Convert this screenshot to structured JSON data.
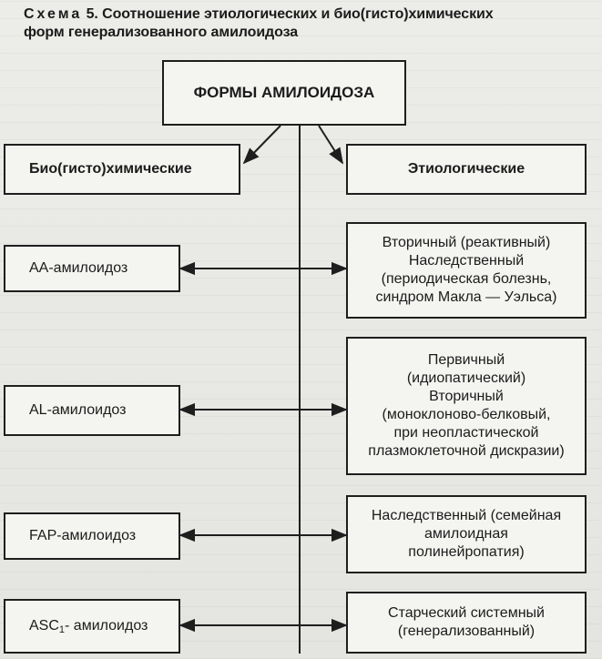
{
  "caption": {
    "label": "Схема",
    "number": "5.",
    "line1": "Соотношение этиологических и био(гисто)химических",
    "line2": "форм генерализованного амилоидоза"
  },
  "root": {
    "label": "ФОРМЫ АМИЛОИДОЗА"
  },
  "categories": {
    "left": "Био(гисто)химические",
    "right": "Этиологические"
  },
  "biochemical_forms": [
    {
      "id": "aa",
      "label": "AA-амилоидоз"
    },
    {
      "id": "al",
      "label": "AL-амилоидоз"
    },
    {
      "id": "fap",
      "label": "FAP-амилоидоз"
    },
    {
      "id": "asc",
      "label_main": "ASC",
      "label_sub": "1",
      "label_tail": "- амилоидоз"
    }
  ],
  "etiological_forms": [
    {
      "id": "aa",
      "lines": [
        "Вторичный (реактивный)",
        "Наследственный",
        "(периодическая болезнь,",
        "синдром Макла — Уэльса)"
      ]
    },
    {
      "id": "al",
      "lines": [
        "Первичный",
        "(идиопатический)",
        "Вторичный",
        "(моноклоново-белковый,",
        "при неопластической",
        "плазмоклеточной дискразии)"
      ]
    },
    {
      "id": "fap",
      "lines": [
        "Наследственный (семейная",
        "амилоидная",
        "полинейропатия)"
      ]
    },
    {
      "id": "asc",
      "lines": [
        "Старческий системный",
        "(генерализованный)"
      ]
    }
  ]
}
